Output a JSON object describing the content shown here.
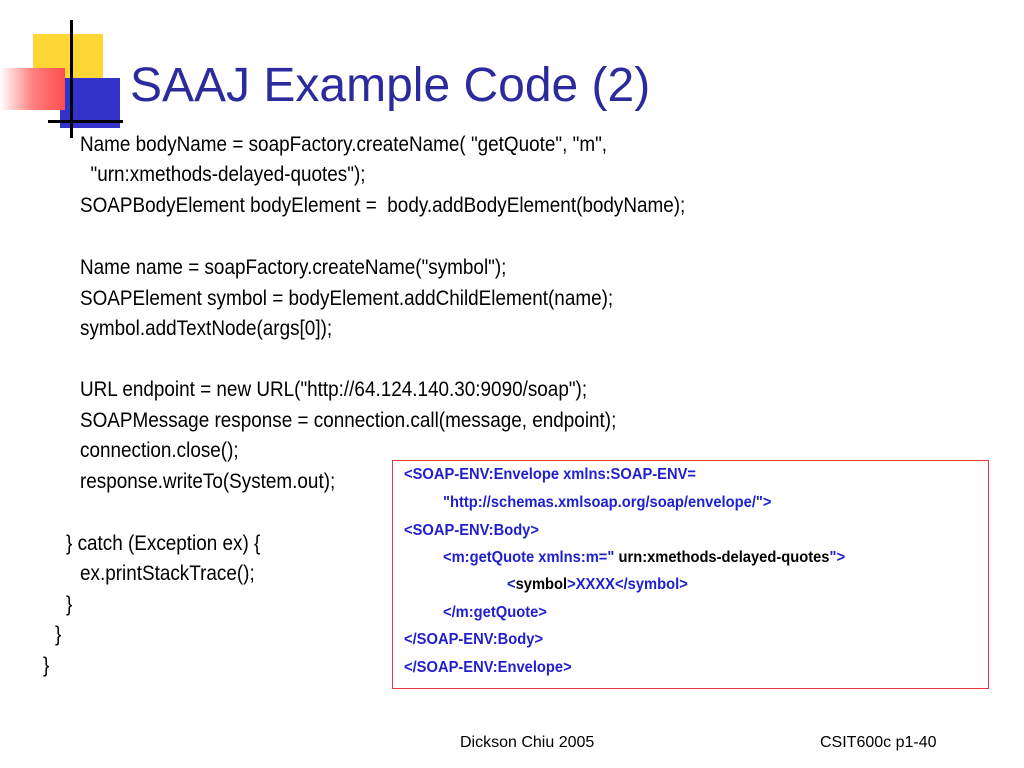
{
  "slide": {
    "title": "SAAJ Example Code (2)",
    "code_lines": [
      "Name bodyName = soapFactory.createName( \"getQuote\", \"m\",",
      "  \"urn:xmethods-delayed-quotes\");",
      "SOAPBodyElement bodyElement =  body.addBodyElement(bodyName);",
      "Name name = soapFactory.createName(\"symbol\");",
      "SOAPElement symbol = bodyElement.addChildElement(name);",
      "symbol.addTextNode(args[0]);",
      "URL endpoint = new URL(\"http://64.124.140.30:9090/soap\");",
      "SOAPMessage response = connection.call(message, endpoint);",
      "connection.close();",
      "response.writeTo(System.out);",
      "} catch (Exception ex) {",
      "ex.printStackTrace();",
      "}",
      "}",
      "}"
    ],
    "xml": {
      "l1": "<SOAP-ENV:Envelope xmlns:SOAP-ENV=",
      "l2": "\"http://schemas.xmlsoap.org/soap/envelope/\">",
      "l3": "<SOAP-ENV:Body>",
      "l4a": "<m:getQuote xmlns:m=\"",
      "l4b": " urn:xmethods-delayed-quotes",
      "l4c": "\">",
      "l5a": "<",
      "l5b": "symbol",
      "l5c": ">XXXX</symbol>",
      "l6": "</m:getQuote>",
      "l7": "</SOAP-ENV:Body>",
      "l8": "</SOAP-ENV:Envelope>"
    },
    "footer_left": "Dickson Chiu 2005",
    "footer_right": "CSIT600c p1-40"
  },
  "colors": {
    "title": "#2b2b9e",
    "xml_blue": "#1f1fcf",
    "box_border": "#e43b3b",
    "logo_yellow": "#ffd633",
    "logo_blue": "#3333cc",
    "logo_red": "#ff4d4d"
  }
}
